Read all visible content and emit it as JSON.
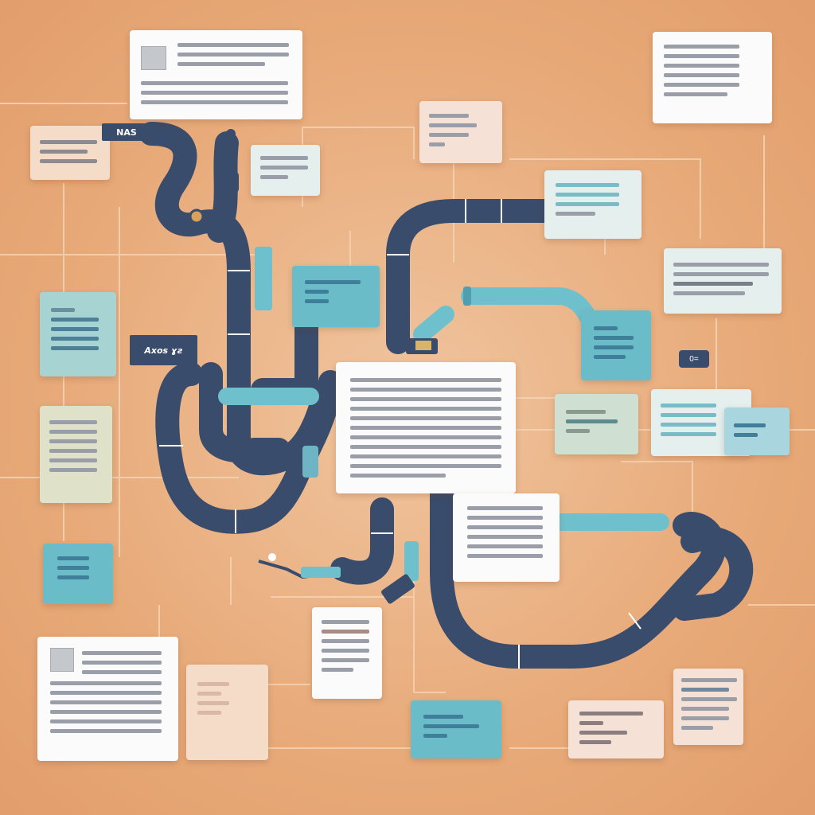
{
  "image": {
    "description_tags": [
      "flat-illustration",
      "workflow-pipeline",
      "document-cards"
    ]
  },
  "labels": {
    "tag_top_left": "NAS",
    "tag_mid_left": "Axos",
    "tag_mid_left_suffix": "ɣƨ",
    "chip_right": "0="
  },
  "colors": {
    "background": "#e8aa79",
    "pipe": "#3a4c6b",
    "accent_blue": "#6bbcc9",
    "card_white": "#fbfbfb",
    "connector": "#f3cfae"
  },
  "icons": [
    "document-card-icon",
    "pipeline-icon",
    "valve-icon"
  ]
}
